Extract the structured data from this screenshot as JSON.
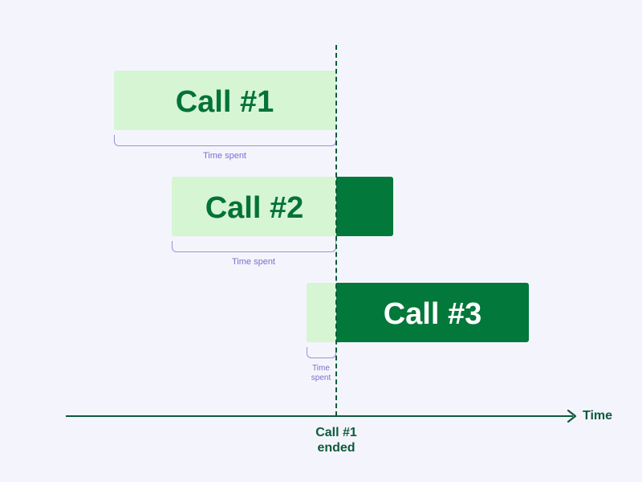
{
  "calls": [
    {
      "label": "Call #1",
      "time_spent_label": "Time spent"
    },
    {
      "label": "Call #2",
      "time_spent_label": "Time spent"
    },
    {
      "label": "Call #3",
      "time_spent_label": [
        "Time",
        "spent"
      ]
    }
  ],
  "axis": {
    "label": "Time"
  },
  "marker": {
    "label": [
      "Call #1",
      "ended"
    ]
  },
  "colors": {
    "background": "#f4f5fc",
    "time_spent_fill": "#d6f5d3",
    "remaining_fill": "#02783a",
    "label_dark_green": "#037237",
    "bracket": "#9d8fd8",
    "axis": "#0e5a3a"
  }
}
